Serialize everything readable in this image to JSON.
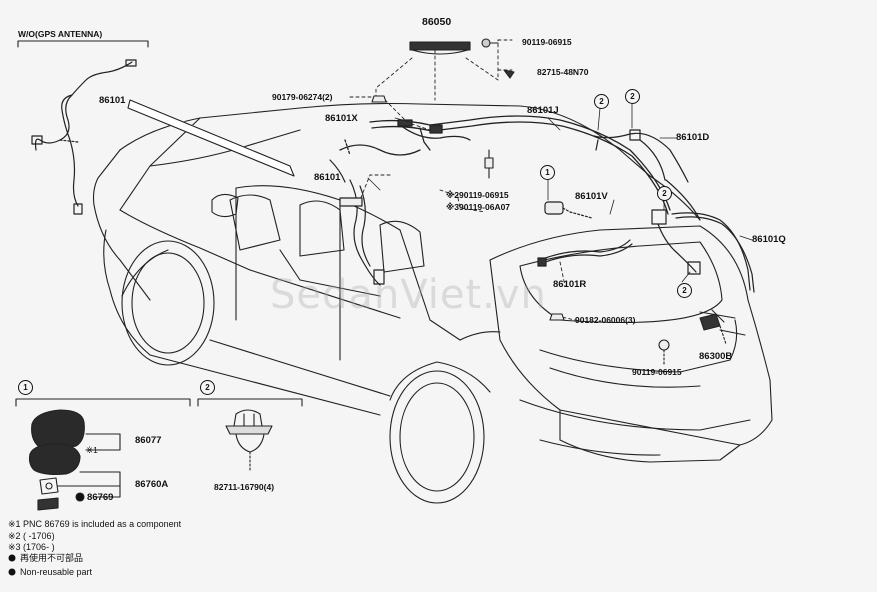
{
  "diagram": {
    "labels": {
      "wo_gps": "W/O(GPS ANTENNA)",
      "p86050": "86050",
      "p90119a": "90119-06915",
      "p82715": "82715-48N70",
      "p90179": "90179-06274(2)",
      "p86101_left": "86101",
      "p86101x": "86101X",
      "p86101j": "86101J",
      "p86101d": "86101D",
      "p86101_center": "86101",
      "p90119b": "※290119-06915",
      "p90119c": "※390119-06A07",
      "p86101v": "86101V",
      "p86101q": "86101Q",
      "p86101r": "86101R",
      "p90182": "90182-06006(3)",
      "p86300b": "86300B",
      "p90119d": "90119-06915",
      "p86077": "86077",
      "p86760a": "86760A",
      "p86769": "86769",
      "x1": "※1",
      "p82711": "82711-16790(4)"
    },
    "callouts": {
      "one": "1",
      "two": "2"
    },
    "notes": [
      "※1 PNC 86769 is included as a component",
      "※2 (       -1706)",
      "※3 (1706-       )",
      "● 再使用不可部品",
      "● Non-reusable part"
    ],
    "watermark": "SedanViet.vn"
  }
}
